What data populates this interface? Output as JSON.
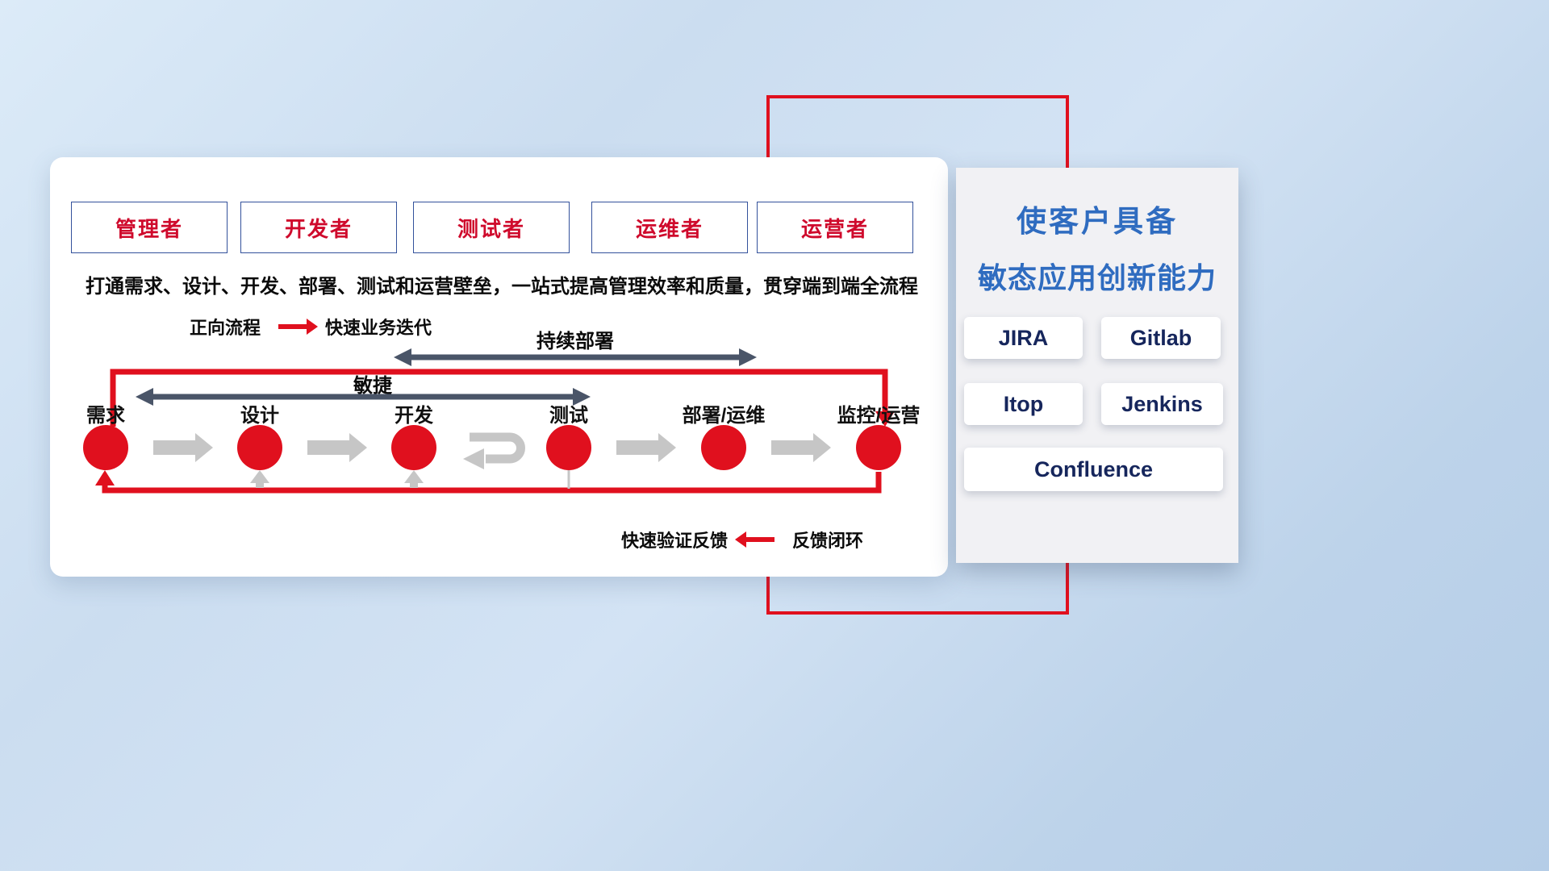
{
  "roles": [
    {
      "label": "管理者"
    },
    {
      "label": "开发者"
    },
    {
      "label": "测试者"
    },
    {
      "label": "运维者"
    },
    {
      "label": "运营者"
    }
  ],
  "subtitle": "打通需求、设计、开发、部署、测试和运营壁垒，一站式提高管理效率和质量，贯穿端到端全流程",
  "flow_legend": {
    "forward_label": "正向流程",
    "forward_desc": "快速业务迭代",
    "feedback_desc": "快速验证反馈",
    "feedback_label": "反馈闭环"
  },
  "span_arrows": {
    "continuous_deploy": "持续部署",
    "agile": "敏捷"
  },
  "stages": [
    {
      "label": "需求"
    },
    {
      "label": "设计"
    },
    {
      "label": "开发"
    },
    {
      "label": "测试"
    },
    {
      "label": "部署/运维"
    },
    {
      "label": "监控/运营"
    }
  ],
  "right_panel": {
    "title_line1": "使客户具备",
    "title_line2": "敏态应用创新能力",
    "tools": [
      {
        "name": "JIRA"
      },
      {
        "name": "Gitlab"
      },
      {
        "name": "Itop"
      },
      {
        "name": "Jenkins"
      },
      {
        "name": "Confluence"
      }
    ]
  },
  "colors": {
    "accent_red": "#e0101e",
    "dark_arrow": "#4a5568",
    "gray_arrow": "#c6c6c6",
    "title_blue": "#2f6cc0",
    "tool_text": "#16265c",
    "role_text": "#cf0a2c",
    "role_border": "#33519b"
  }
}
